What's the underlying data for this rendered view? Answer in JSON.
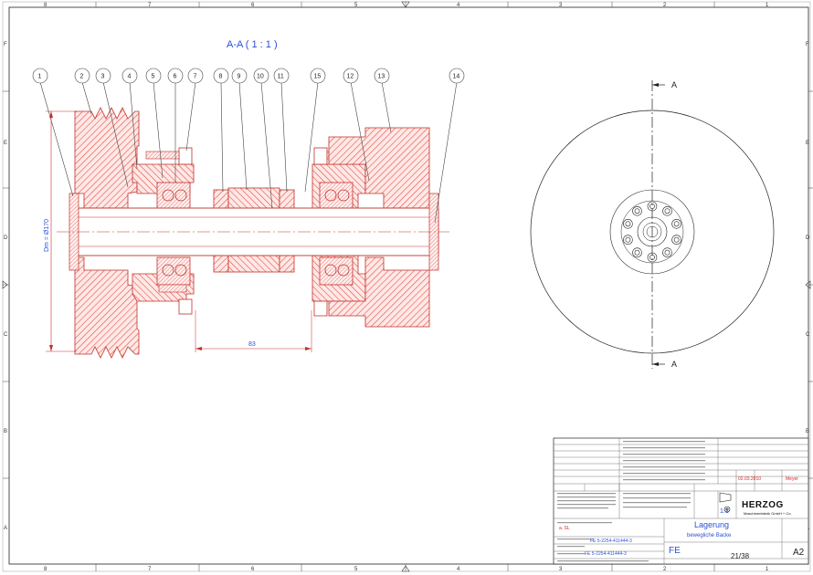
{
  "section_title": "A-A ( 1 : 1 )",
  "section_marker": "A",
  "dimension_diameter": "Dm = Ø170",
  "dimension_length": "83",
  "balloons": [
    "1",
    "2",
    "3",
    "4",
    "5",
    "6",
    "7",
    "8",
    "9",
    "10",
    "11",
    "15",
    "12",
    "13",
    "14"
  ],
  "zones_columns": [
    "8",
    "7",
    "6",
    "5",
    "4",
    "3",
    "2",
    "1"
  ],
  "zones_rows": [
    "F",
    "E",
    "D",
    "C",
    "B",
    "A"
  ],
  "title_block": {
    "company": "HERZOG",
    "company_sub": "Maschinenfabrik GmbH + Co.",
    "title_line1": "Lagerung",
    "title_line2": "bewegliche Backe",
    "sheet": "21/38",
    "format": "A2",
    "scale": "1:1",
    "date": "02.03.2010",
    "name": "Meyer",
    "code": "FE",
    "doc_no_1": "FE 5-2254-411444-3",
    "doc_no_2": "FE 5-2254-411444-3",
    "tolerance_red": "a. SL"
  }
}
